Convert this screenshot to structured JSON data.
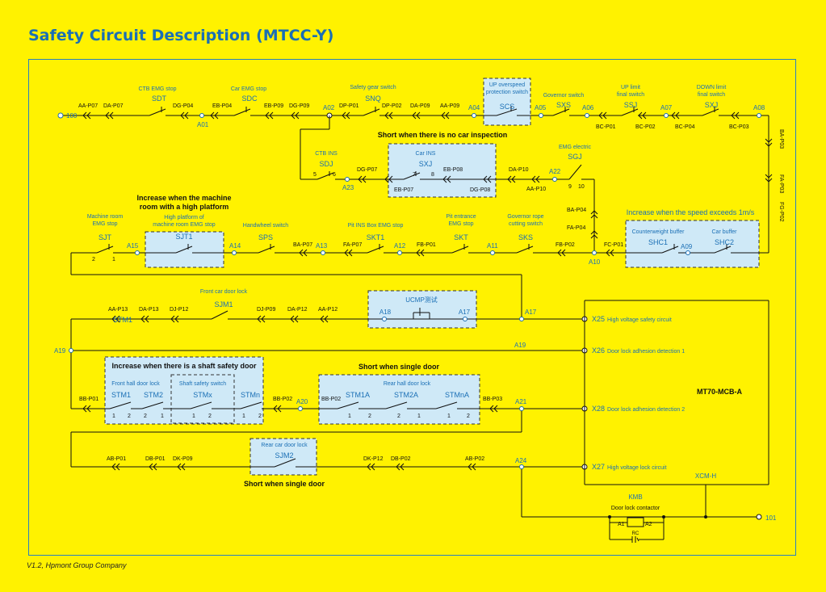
{
  "title": "Safety Circuit Description (MTCC-Y)",
  "footer": "V1.2, Hpmont Group Company",
  "colors": {
    "background": "#FFF200",
    "accent": "#1a6fb5",
    "box_fill": "#cfe9f7",
    "wire": "#111111"
  },
  "row1": {
    "start_terminal": "100",
    "wires": [
      "AA-P07",
      "DA-P07",
      "DG-P04",
      "EB-P04",
      "EB-P09",
      "DG-P09",
      "DP-P01",
      "DP-P02",
      "DA-P09",
      "AA-P09",
      "BC-P01",
      "BC-P02",
      "BC-P04",
      "BC-P03"
    ],
    "nodes": [
      "A01",
      "A02",
      "A04",
      "A05",
      "A06",
      "A07",
      "A08"
    ],
    "switches": [
      {
        "code": "SDT",
        "desc": "CTB EMG stop"
      },
      {
        "code": "SDC",
        "desc": "Car EMG stop"
      },
      {
        "code": "SNQ",
        "desc": "Safety gear switch"
      },
      {
        "code": "SCS",
        "desc": "UP overspeed protection switch"
      },
      {
        "code": "SXS",
        "desc": "Governor switch"
      },
      {
        "code": "SSJ",
        "desc": "UP limit final switch"
      },
      {
        "code": "SXJ",
        "desc": "DOWN limit final switch"
      }
    ]
  },
  "inspection": {
    "note": "Short when there is no car inspection",
    "sdj": {
      "code": "SDJ",
      "desc": "CTB INS",
      "pin_a": "5",
      "pin_b": "6"
    },
    "sxj": {
      "code": "SXJ",
      "desc": "Car INS",
      "pin_a": "7",
      "pin_b": "8"
    },
    "wires": [
      "DG-P07",
      "EB-P07",
      "EB-P08",
      "DG-P08",
      "DA-P10",
      "AA-P10"
    ],
    "node_a23": "A23",
    "node_a22": "A22",
    "sgj": {
      "code": "SGJ",
      "desc": "EMG electric",
      "pin_a": "9",
      "pin_b": "10"
    }
  },
  "right_side": {
    "wires": [
      "BA-P03",
      "FA-P03",
      "FG-P02",
      "BA-P04",
      "FA-P04"
    ]
  },
  "speed": {
    "note": "Increase when the speed exceeds 1m/s",
    "shc1": {
      "code": "SHC1",
      "desc": "Counterweight buffer"
    },
    "shc2": {
      "code": "SHC2",
      "desc": "Car buffer"
    },
    "node": "A09"
  },
  "row2": {
    "platform_note": "Increase when the machine room with a high platform",
    "sjt": {
      "code": "SJT",
      "desc": "Machine room EMG stop",
      "pin_a": "2",
      "pin_b": "1"
    },
    "sjt1": {
      "code": "SJT1",
      "desc": "High platform of machine room EMG stop"
    },
    "sps": {
      "code": "SPS",
      "desc": "Handwheel switch"
    },
    "skt1": {
      "code": "SKT1",
      "desc": "Pit INS Box EMG stop"
    },
    "skt": {
      "code": "SKT",
      "desc": "Pit entrance EMG stop"
    },
    "sks": {
      "code": "SKS",
      "desc": "Governor rope cutting switch"
    },
    "wires": [
      "BA-P07",
      "FA-P07",
      "FB-P01",
      "FB-P02",
      "FC-P01"
    ],
    "nodes": [
      "A15",
      "A14",
      "A13",
      "A12",
      "A11",
      "A10"
    ]
  },
  "row3": {
    "sjm1": {
      "code": "SJM1",
      "desc": "Front car door lock"
    },
    "wires": [
      "AA-P13",
      "DA-P13",
      "DJ-P12",
      "DJ-P09",
      "DA-P12",
      "AA-P12"
    ],
    "stm1": "STM1",
    "ucmp": {
      "label": "UCMP测试",
      "a": "A18",
      "b": "A17"
    },
    "node": "A17"
  },
  "row4": {
    "left": "A19",
    "right": "A19"
  },
  "row5": {
    "shaft_note": "Increase when there is a shaft safety door",
    "single_note": "Short when single door",
    "front_desc": "Front hall door lock",
    "shaft_desc": "Shaft safety switch",
    "rear_desc": "Rear hall door lock",
    "front": [
      "STM1",
      "STM2"
    ],
    "shaft": "STMx",
    "stmn": "STMn",
    "rear": [
      "STM1A",
      "STM2A",
      "STMnA"
    ],
    "pins": [
      "1",
      "2"
    ],
    "wires": [
      "BB-P01",
      "BB-P02",
      "BB-P02",
      "BB-P03"
    ],
    "nodes": [
      "A20",
      "A21"
    ]
  },
  "row6": {
    "sjm2": {
      "code": "SJM2",
      "desc": "Rear car door lock"
    },
    "note": "Short when single door",
    "wires": [
      "AB-P01",
      "DB-P01",
      "DK-P09",
      "DK-P12",
      "DB-P02",
      "AB-P02"
    ],
    "node": "A24"
  },
  "board": {
    "name": "MT70-MCB-A",
    "x25": {
      "code": "X25",
      "desc": "High voltage safety circuit"
    },
    "x26": {
      "code": "X26",
      "desc": "Door lock adhesion detection 1"
    },
    "x28": {
      "code": "X28",
      "desc": "Door lock adhesion detection 2"
    },
    "x27": {
      "code": "X27",
      "desc": "High voltage lock circuit"
    },
    "xcm": "XCM-H"
  },
  "kmb": {
    "code": "KMB",
    "desc": "Door lock contactor",
    "a1": "A1",
    "a2": "A2",
    "rc": "RC",
    "end_terminal": "101"
  }
}
